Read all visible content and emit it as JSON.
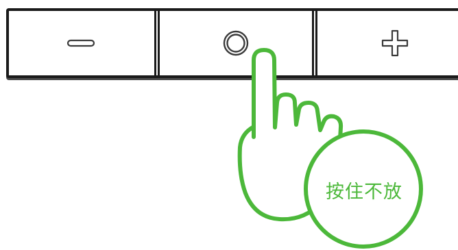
{
  "button_bar": {
    "buttons": [
      {
        "icon": "minus-icon",
        "action": "decrease"
      },
      {
        "icon": "circle-icon",
        "action": "center"
      },
      {
        "icon": "plus-icon",
        "action": "increase"
      }
    ]
  },
  "hint": {
    "label": "按住不放",
    "color": "#4cb83a",
    "icon": "hand-pointer-icon"
  }
}
